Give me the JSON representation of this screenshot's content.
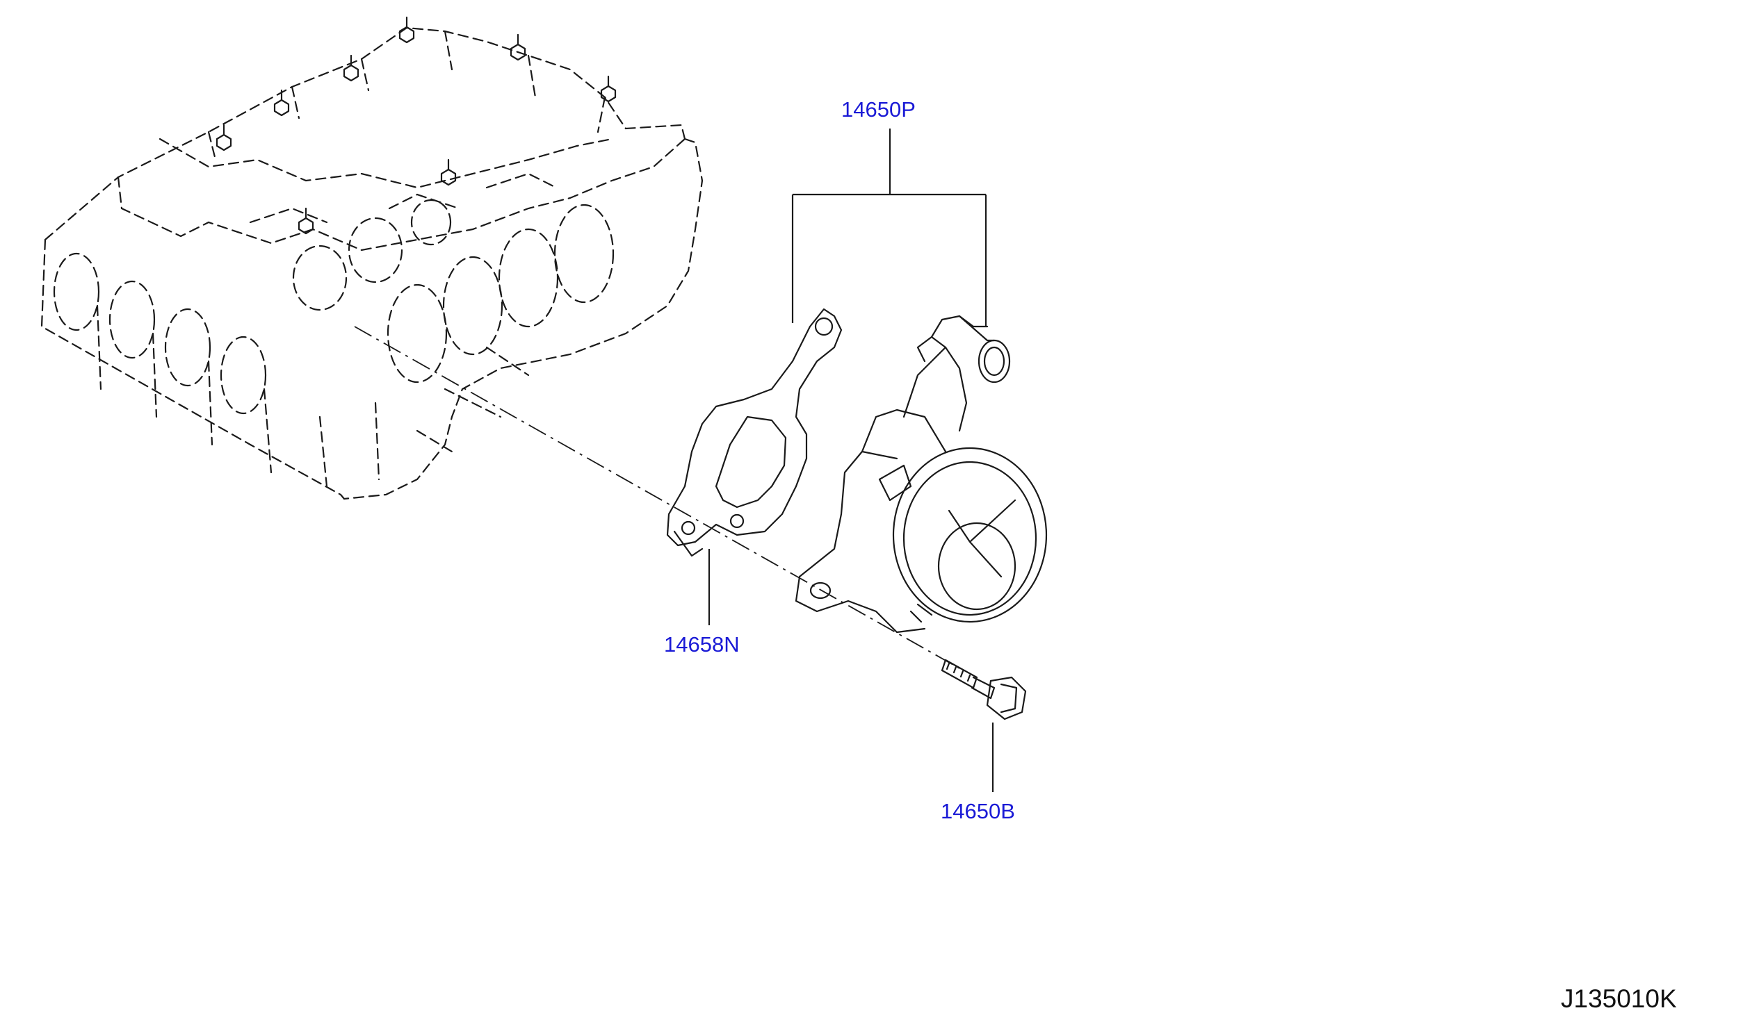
{
  "colors": {
    "label_blue": "#1a1ad6",
    "line_black": "#1a1a1a",
    "background": "#ffffff"
  },
  "callouts": {
    "vacuum_pump": "14650P",
    "gasket": "14658N",
    "bolt": "14650B"
  },
  "diagram_id": "J135010K"
}
